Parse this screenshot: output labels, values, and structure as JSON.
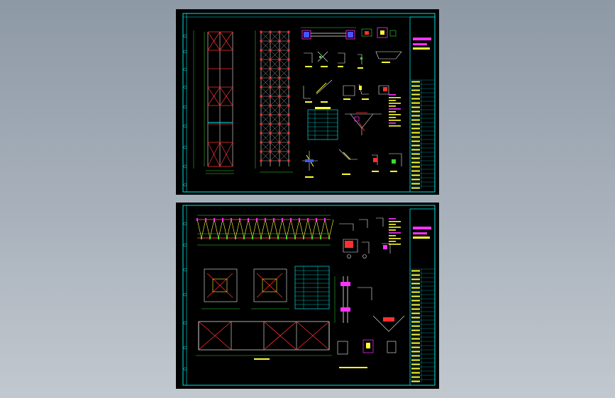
{
  "viewer": {
    "background_top": "#8e99a6",
    "background_bottom": "#c2c8cf",
    "sheet_background": "#000000"
  },
  "colors": {
    "frame": "#00e5e5",
    "steel_red": "#ff3030",
    "member_white": "#f2f2f2",
    "dimension_green": "#33dd33",
    "text_yellow": "#ffff33",
    "title_magenta": "#ff33ff",
    "detail_blue": "#4455ff"
  },
  "sheets": [
    {
      "id": "sheet-1",
      "content": "roof-bracing-plan-and-connection-details"
    },
    {
      "id": "sheet-2",
      "content": "truss-elevation-plans-and-details"
    }
  ],
  "icons": [
    "drawing-sheet-icon"
  ]
}
